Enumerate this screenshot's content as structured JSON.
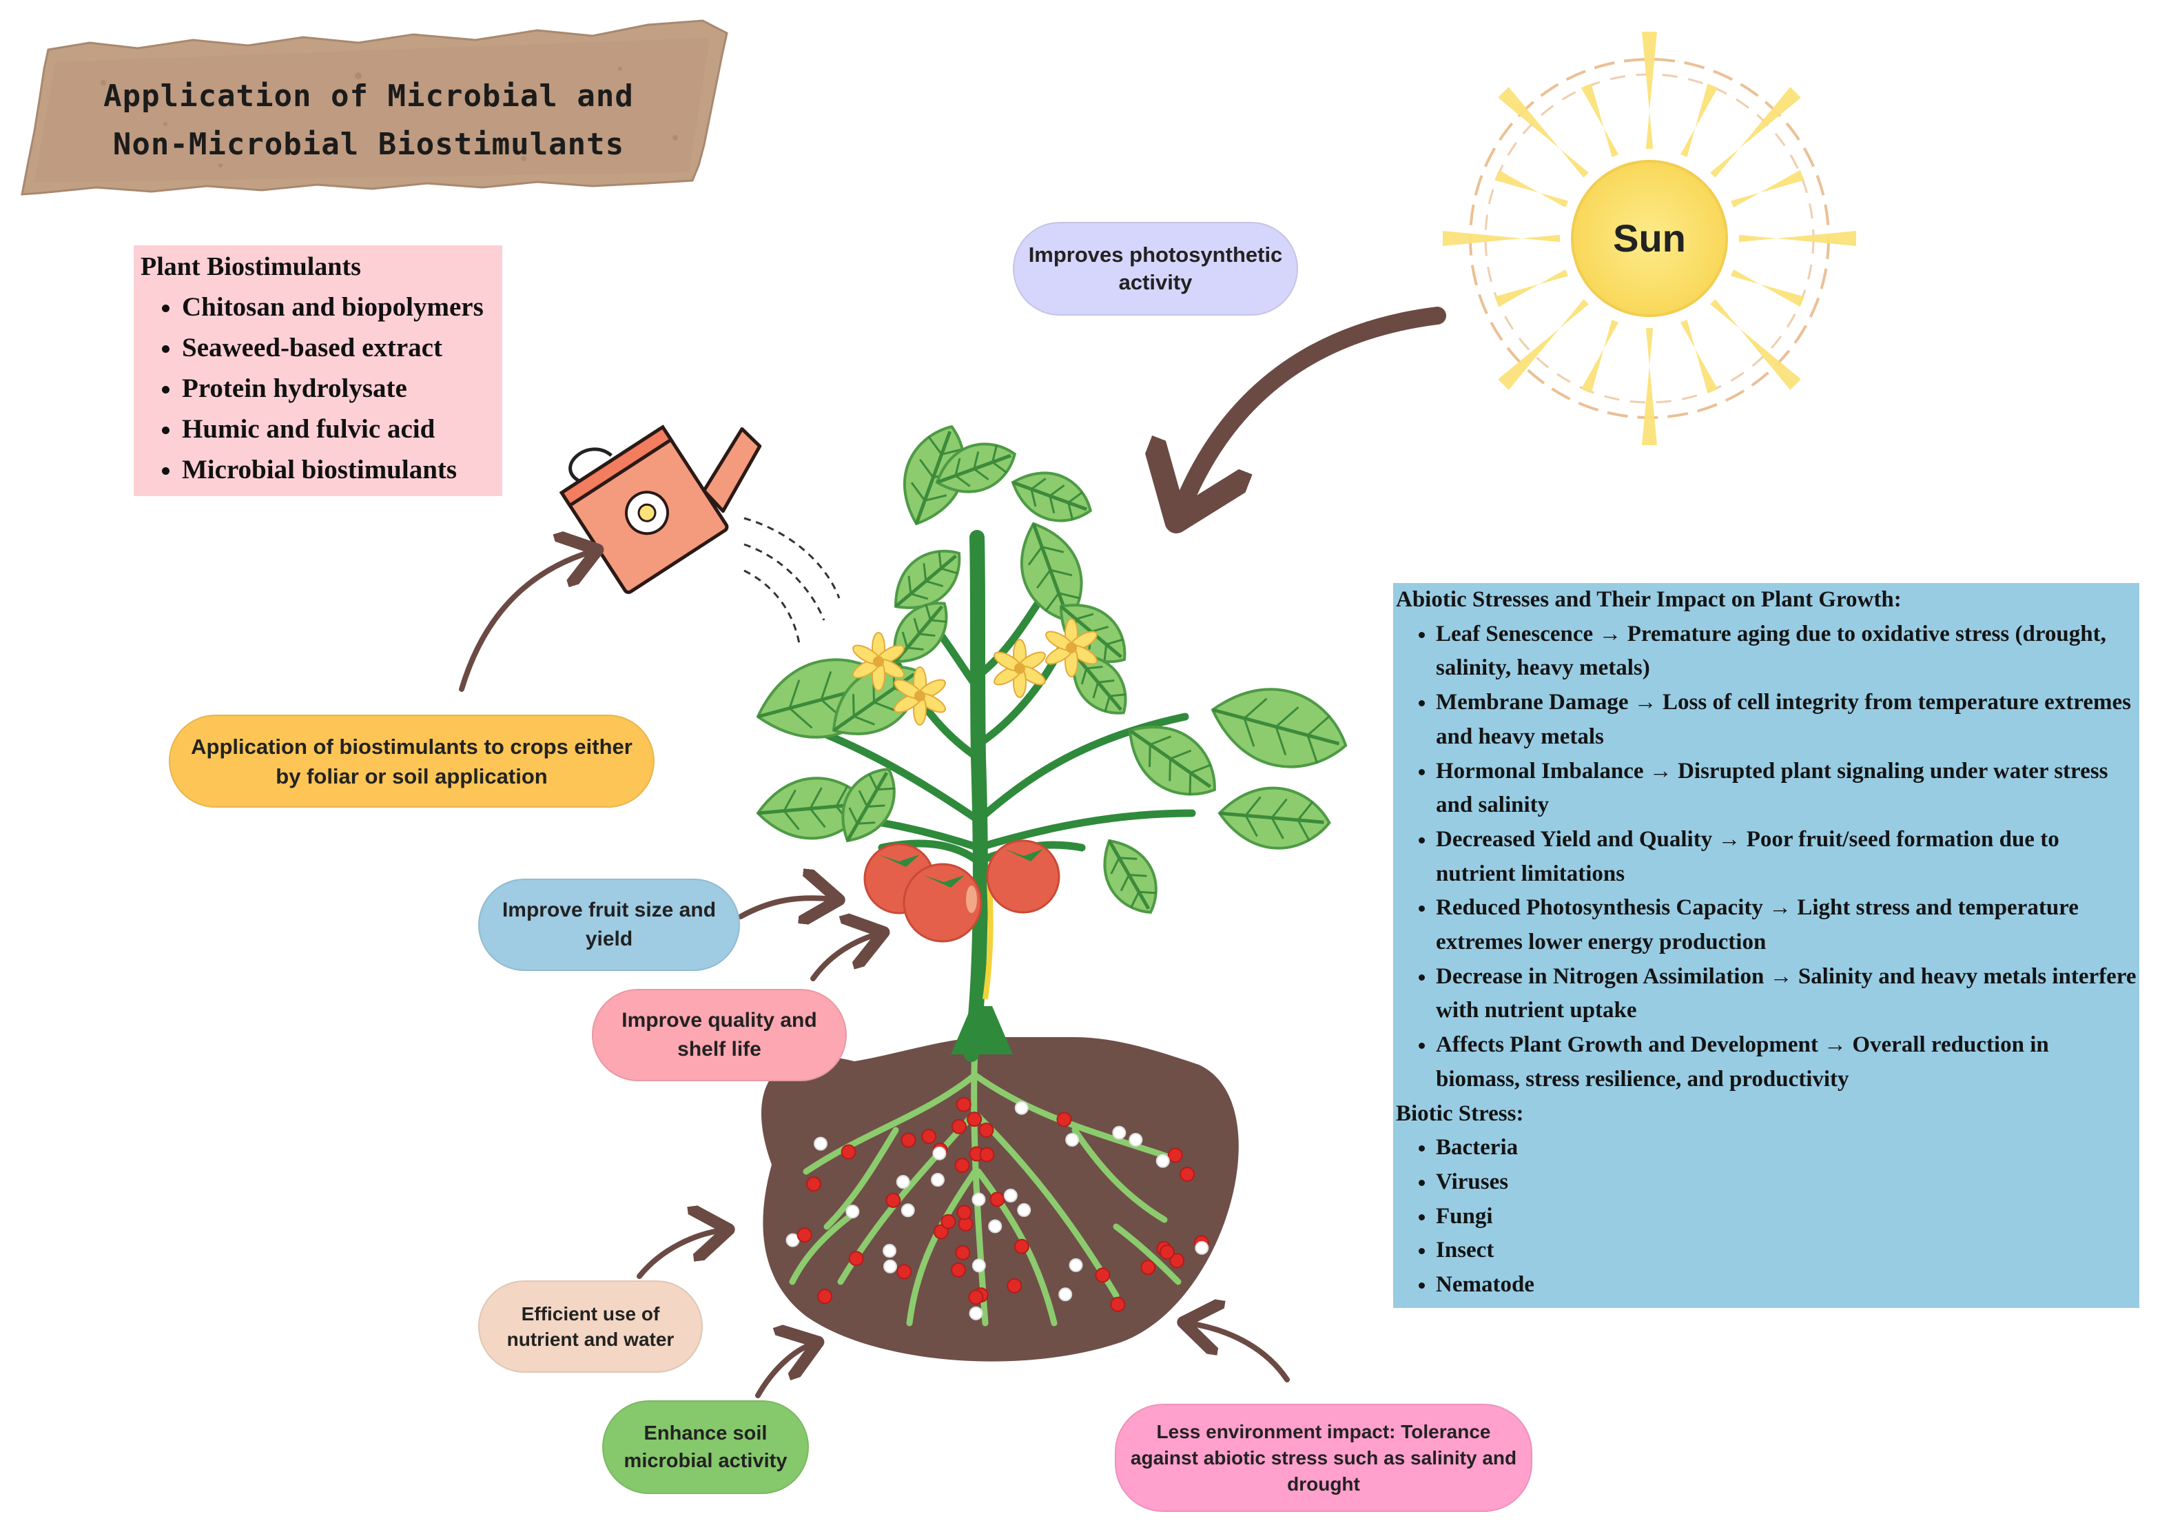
{
  "title": {
    "line1": "Application of Microbial and",
    "line2": "Non-Microbial Biostimulants"
  },
  "plant_biostimulants": {
    "heading": "Plant Biostimulants",
    "items": [
      "Chitosan and biopolymers",
      "Seaweed-based extract",
      "Protein hydrolysate",
      "Humic and fulvic acid",
      "Microbial biostimulants"
    ]
  },
  "sun": {
    "label": "Sun"
  },
  "callouts": {
    "photosynthesis": "Improves photosynthetic activity",
    "application": "Application of biostimulants to crops either by foliar or soil application",
    "fruit_size": "Improve fruit size and yield",
    "quality": "Improve quality and shelf life",
    "nutrient": "Efficient use of nutrient and water",
    "soil_microbial": "Enhance soil microbial activity",
    "environment": "Less environment impact: Tolerance against abiotic stress such as salinity and drought"
  },
  "stress": {
    "abiotic_heading": "Abiotic Stresses and Their Impact on Plant Growth:",
    "abiotic_items": [
      {
        "term": "Leaf Senescence",
        "desc": "Premature aging due to oxidative stress (drought, salinity, heavy metals)"
      },
      {
        "term": "Membrane Damage",
        "desc": "Loss of cell integrity from temperature extremes and heavy metals"
      },
      {
        "term": "Hormonal Imbalance",
        "desc": "Disrupted plant signaling under water stress and salinity"
      },
      {
        "term": "Decreased Yield and Quality",
        "desc": "Poor fruit/seed formation due to nutrient limitations"
      },
      {
        "term": "Reduced Photosynthesis Capacity",
        "desc": "Light stress and temperature extremes lower energy production"
      },
      {
        "term": "Decrease in Nitrogen Assimilation",
        "desc": "Salinity and heavy metals interfere with nutrient uptake"
      },
      {
        "term": "Affects Plant Growth and Development",
        "desc": "Overall reduction in biomass, stress resilience, and productivity"
      }
    ],
    "arrow_symbol": "→",
    "biotic_heading": "Biotic Stress:",
    "biotic_items": [
      "Bacteria",
      "Viruses",
      "Fungi",
      "Insect",
      "Nematode"
    ]
  },
  "colors": {
    "pink_box": "#fdd0d6",
    "blue_box": "#98cce3",
    "arrow_brown": "#6b4a44",
    "sun_core": "#fbe27a",
    "soil": "#6e5049",
    "leaf_green": "#8ccc6e",
    "stem_green": "#2f8a3b",
    "tomato_red": "#e4604a",
    "pill_lavender": "#d6d5fb",
    "pill_orange": "#fcc555",
    "pill_blue": "#9fcbe3",
    "pill_pink": "#fca7b2",
    "pill_peach": "#f3d7c4",
    "pill_green": "#86c86c",
    "pill_magenta": "#ffa0cd"
  }
}
